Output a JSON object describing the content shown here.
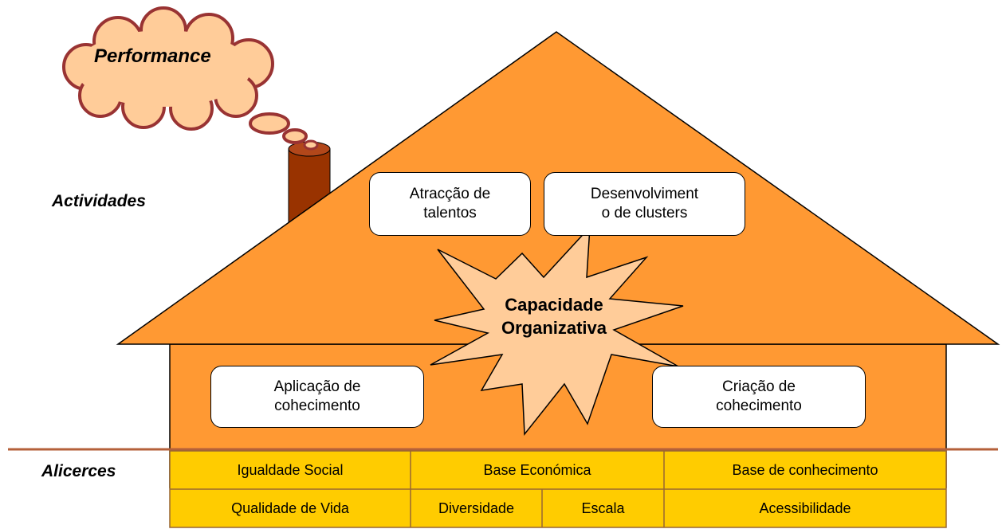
{
  "labels": {
    "performance": "Performance",
    "activities": "Actividades",
    "foundations": "Alicerces"
  },
  "activities": {
    "talent": "Atracção de\ntalentos",
    "clusters": "Desenvolviment\no de clusters",
    "apply": "Aplicação de\ncohecimento",
    "create": "Criação de\ncohecimento"
  },
  "core": "Capacidade\nOrganizativa",
  "foundations": {
    "row1": [
      "Igualdade Social",
      "Base Económica",
      "Base de conhecimento"
    ],
    "row2": [
      "Qualidade de Vida",
      "Diversidade",
      "Escala",
      "Acessibilidade"
    ]
  },
  "colors": {
    "house": "#FF9933",
    "cloud": "#FFCC99",
    "cloud_border": "#993333",
    "chimney": "#993300",
    "star": "#FFCC99",
    "foundation": "#FFCC00",
    "ground_line": "#B4603A"
  }
}
